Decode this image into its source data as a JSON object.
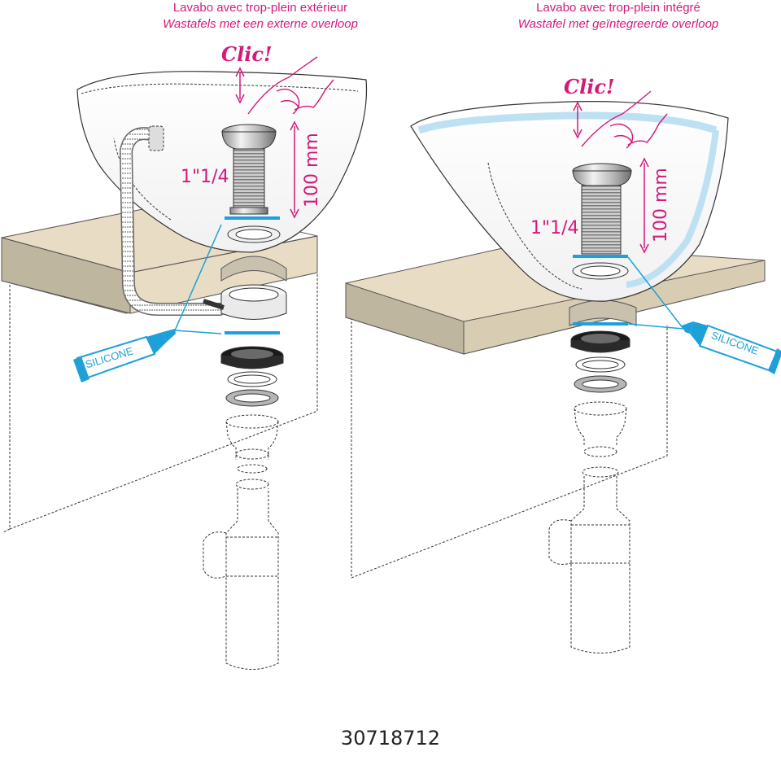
{
  "left": {
    "title_fr": "Lavabo avec trop-plein extérieur",
    "title_nl": "Wastafels met een externe overloop",
    "clic": "Clic!",
    "size_thread": "1\"1/4",
    "size_height": "100 mm",
    "silicone": "SILICONE"
  },
  "right": {
    "title_fr": "Lavabo avec trop-plein intégré",
    "title_nl": "Wastafel met geïntegreerde overloop",
    "clic": "Clic!",
    "size_thread": "1\"1/4",
    "size_height": "100 mm",
    "silicone": "SILICONE"
  },
  "product_code": "30718712",
  "colors": {
    "accent": "#d4197a",
    "silicone_blue": "#1ea0d8",
    "counter": "#e8dcc4",
    "counter_side": "#bfb6a0"
  }
}
